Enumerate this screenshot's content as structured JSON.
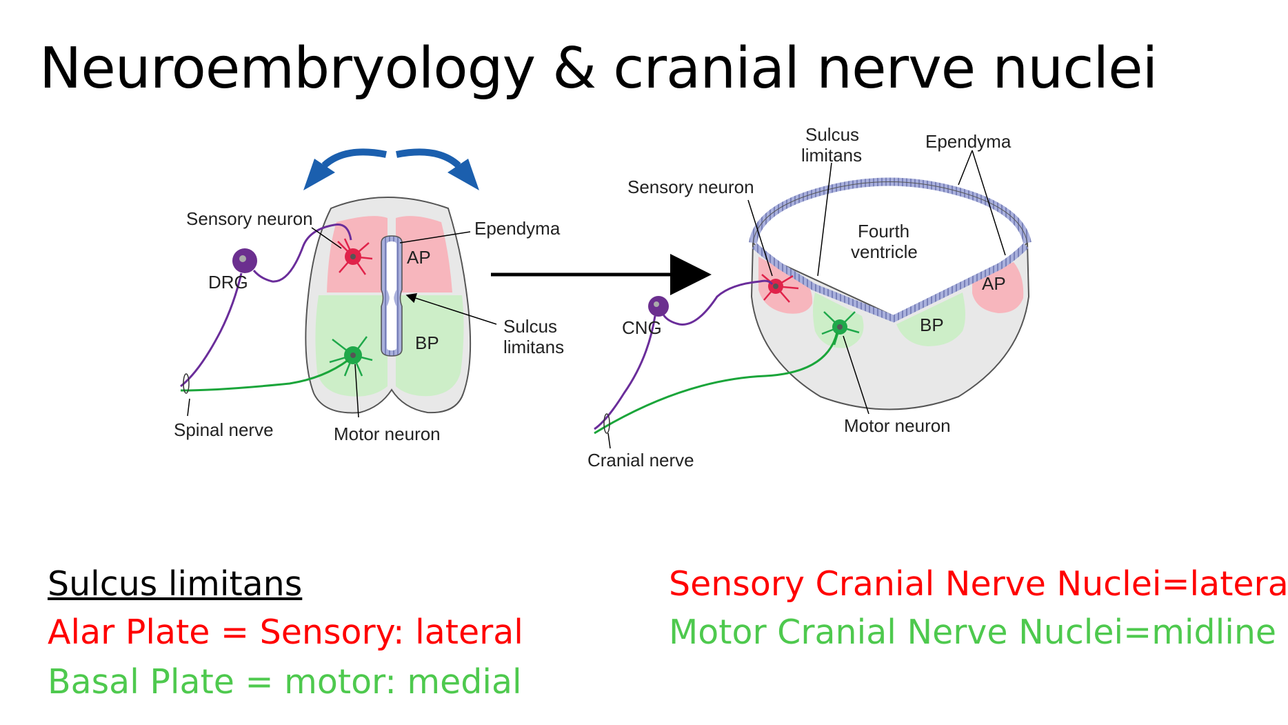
{
  "slide": {
    "title": "Neuroembryology & cranial nerve nuclei"
  },
  "left_diagram": {
    "labels": {
      "sensory_neuron": "Sensory neuron",
      "ependyma": "Ependyma",
      "drg": "DRG",
      "ap": "AP",
      "bp": "BP",
      "sulcus_line1": "Sulcus",
      "sulcus_line2": "limitans",
      "spinal_nerve": "Spinal nerve",
      "motor_neuron": "Motor neuron"
    }
  },
  "right_diagram": {
    "labels": {
      "sulcus_line1": "Sulcus",
      "sulcus_line2": "limitans",
      "ependyma": "Ependyma",
      "sensory_neuron": "Sensory neuron",
      "fourth_line1": "Fourth",
      "fourth_line2": "ventricle",
      "ap": "AP",
      "bp": "BP",
      "cng": "CNG",
      "cranial_nerve": "Cranial nerve",
      "motor_neuron": "Motor neuron"
    }
  },
  "notes": {
    "heading": "Sulcus limitans",
    "alar": "Alar Plate = Sensory: lateral",
    "basal": "Basal Plate = motor: medial",
    "sensory_nuclei": "Sensory Cranial Nerve Nuclei=lateral",
    "motor_nuclei": "Motor Cranial Nerve Nuclei=midline"
  },
  "colors": {
    "sensory": "#ff0000",
    "motor": "#4ec94e",
    "alar_plate_fill": "#f7b6bd",
    "basal_plate_fill": "#cdeec8",
    "ependyma": "#8f97c9",
    "arrow_blue": "#1b5fae",
    "sensory_neuron": "#e0234a",
    "motor_neuron": "#1fa84a",
    "ganglion": "#6b2f8f",
    "sensory_axon": "#6a2d9a",
    "motor_axon": "#1aa53a"
  }
}
